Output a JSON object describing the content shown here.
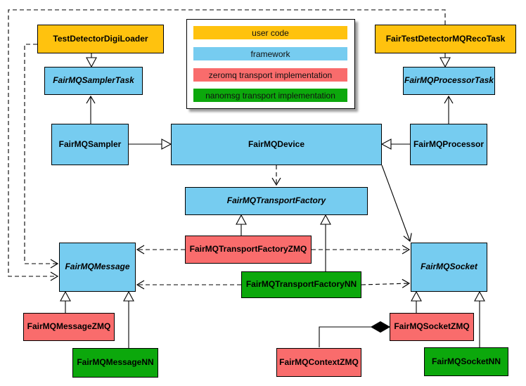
{
  "legend": {
    "items": [
      {
        "label": "user code",
        "color": "#FFC20E"
      },
      {
        "label": "framework",
        "color": "#76CCF0"
      },
      {
        "label": "zeromq transport implementation",
        "color": "#F96C6C"
      },
      {
        "label": "nanomsg transport implementation",
        "color": "#0CA80C"
      }
    ]
  },
  "nodes": {
    "testDetectorDigiLoader": {
      "label": "TestDetectorDigiLoader",
      "category": "user code",
      "abstract": false
    },
    "fairTestDetectorMQRecoTask": {
      "label": "FairTestDetectorMQRecoTask",
      "category": "user code",
      "abstract": false
    },
    "fairMQSamplerTask": {
      "label": "FairMQSamplerTask",
      "category": "framework",
      "abstract": true
    },
    "fairMQProcessorTask": {
      "label": "FairMQProcessorTask",
      "category": "framework",
      "abstract": true
    },
    "fairMQSampler": {
      "label": "FairMQSampler",
      "category": "framework",
      "abstract": false
    },
    "fairMQDevice": {
      "label": "FairMQDevice",
      "category": "framework",
      "abstract": false
    },
    "fairMQProcessor": {
      "label": "FairMQProcessor",
      "category": "framework",
      "abstract": false
    },
    "fairMQTransportFactory": {
      "label": "FairMQTransportFactory",
      "category": "framework",
      "abstract": true
    },
    "fairMQTransportFactoryZMQ": {
      "label": "FairMQTransportFactoryZMQ",
      "category": "zeromq",
      "abstract": false
    },
    "fairMQTransportFactoryNN": {
      "label": "FairMQTransportFactoryNN",
      "category": "nanomsg",
      "abstract": false
    },
    "fairMQMessage": {
      "label": "FairMQMessage",
      "category": "framework",
      "abstract": true
    },
    "fairMQSocket": {
      "label": "FairMQSocket",
      "category": "framework",
      "abstract": true
    },
    "fairMQMessageZMQ": {
      "label": "FairMQMessageZMQ",
      "category": "zeromq",
      "abstract": false
    },
    "fairMQMessageNN": {
      "label": "FairMQMessageNN",
      "category": "nanomsg",
      "abstract": false
    },
    "fairMQSocketZMQ": {
      "label": "FairMQSocketZMQ",
      "category": "zeromq",
      "abstract": false
    },
    "fairMQSocketNN": {
      "label": "FairMQSocketNN",
      "category": "nanomsg",
      "abstract": false
    },
    "fairMQContextZMQ": {
      "label": "FairMQContextZMQ",
      "category": "zeromq",
      "abstract": false
    }
  },
  "edges": [
    {
      "from": "TestDetectorDigiLoader",
      "to": "FairMQSamplerTask",
      "type": "inheritance"
    },
    {
      "from": "FairTestDetectorMQRecoTask",
      "to": "FairMQProcessorTask",
      "type": "inheritance"
    },
    {
      "from": "FairMQSampler",
      "to": "FairMQDevice",
      "type": "inheritance"
    },
    {
      "from": "FairMQProcessor",
      "to": "FairMQDevice",
      "type": "inheritance"
    },
    {
      "from": "FairMQTransportFactoryZMQ",
      "to": "FairMQTransportFactory",
      "type": "inheritance"
    },
    {
      "from": "FairMQTransportFactoryNN",
      "to": "FairMQTransportFactory",
      "type": "inheritance"
    },
    {
      "from": "FairMQMessageZMQ",
      "to": "FairMQMessage",
      "type": "inheritance"
    },
    {
      "from": "FairMQMessageNN",
      "to": "FairMQMessage",
      "type": "inheritance"
    },
    {
      "from": "FairMQSocketZMQ",
      "to": "FairMQSocket",
      "type": "inheritance"
    },
    {
      "from": "FairMQSocketNN",
      "to": "FairMQSocket",
      "type": "inheritance"
    },
    {
      "from": "FairMQSampler",
      "to": "FairMQSamplerTask",
      "type": "association-arrow"
    },
    {
      "from": "FairMQProcessor",
      "to": "FairMQProcessorTask",
      "type": "association-arrow"
    },
    {
      "from": "FairMQDevice",
      "to": "FairMQSocket",
      "type": "association-arrow"
    },
    {
      "from": "FairMQDevice",
      "to": "FairMQTransportFactory",
      "type": "dependency"
    },
    {
      "from": "FairTestDetectorMQRecoTask",
      "to": "FairMQMessage",
      "type": "dependency"
    },
    {
      "from": "TestDetectorDigiLoader",
      "to": "FairMQMessage",
      "type": "dependency"
    },
    {
      "from": "FairMQTransportFactoryZMQ",
      "to": "FairMQMessage",
      "type": "dependency"
    },
    {
      "from": "FairMQTransportFactoryZMQ",
      "to": "FairMQSocket",
      "type": "dependency"
    },
    {
      "from": "FairMQTransportFactoryNN",
      "to": "FairMQMessage",
      "type": "dependency"
    },
    {
      "from": "FairMQTransportFactoryNN",
      "to": "FairMQSocket",
      "type": "dependency"
    },
    {
      "from": "FairMQSocketZMQ",
      "to": "FairMQContextZMQ",
      "type": "composition"
    }
  ],
  "colors": {
    "user_code": "#FFC20E",
    "framework": "#76CCF0",
    "zeromq": "#F96C6C",
    "nanomsg": "#0CA80C",
    "edge": "#000000",
    "background": "#FFFFFF"
  }
}
